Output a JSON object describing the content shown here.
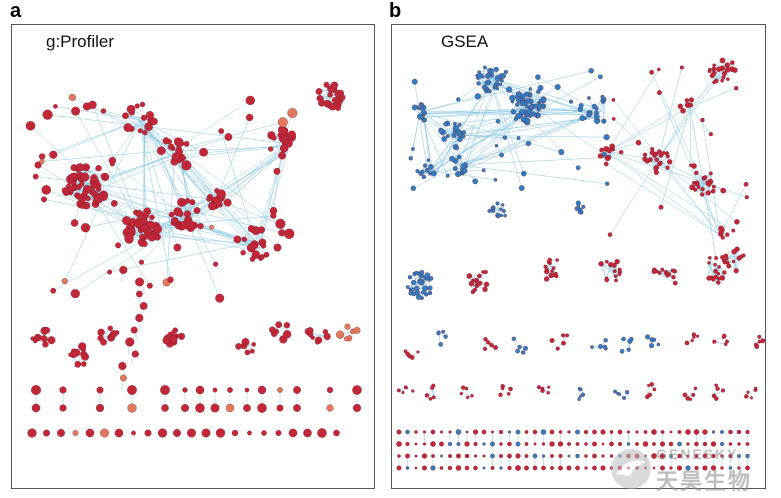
{
  "panels": [
    {
      "letter": "a",
      "title": "g:Profiler",
      "node_color": "#c0283a"
    },
    {
      "letter": "b",
      "title": "GSEA",
      "node_color": "#2f7ec4"
    }
  ],
  "colors": {
    "red_node": "#c0283a",
    "orange_node": "#e07a5f",
    "blue_node": "#2f7ec4",
    "edge": "#8ec9e6",
    "frame": "#555555"
  },
  "watermark": {
    "latin": "GENESKY",
    "cjk": "天昊生物"
  }
}
